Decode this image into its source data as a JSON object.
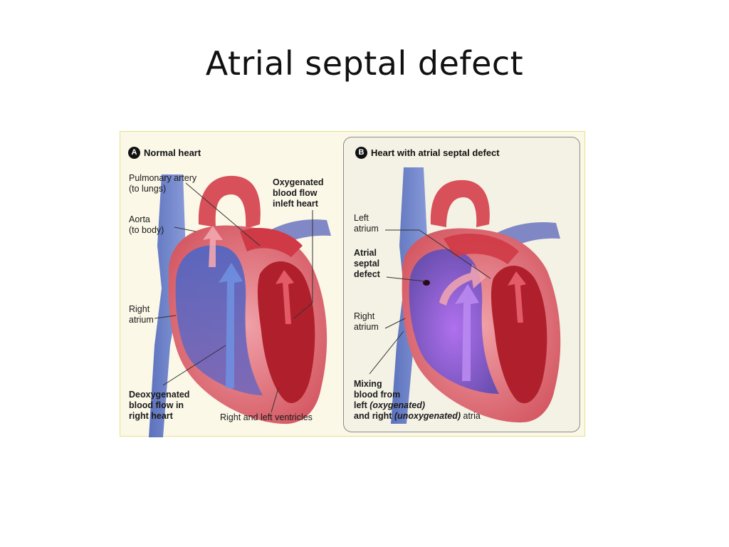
{
  "slide": {
    "title": "Atrial septal defect"
  },
  "panel_a": {
    "badge": "A",
    "title": "Normal heart",
    "labels": {
      "pulmonary_artery": [
        "Pulmonary artery",
        "(to lungs)"
      ],
      "aorta": [
        "Aorta",
        "(to body)"
      ],
      "right_atrium": [
        "Right",
        "atrium"
      ],
      "oxygenated": [
        "Oxygenated",
        "blood flow",
        "inleft heart"
      ],
      "deoxygenated": [
        "Deoxygenated",
        "blood flow in",
        "right heart"
      ],
      "ventricles": "Right and left ventricles"
    }
  },
  "panel_b": {
    "badge": "B",
    "title": "Heart with atrial septal defect",
    "labels": {
      "left_atrium": [
        "Left",
        "atrium"
      ],
      "asd": [
        "Atrial",
        "septal",
        "defect"
      ],
      "right_atrium": [
        "Right",
        "atrium"
      ],
      "mixing_1": "Mixing",
      "mixing_2": "blood from",
      "mixing_3a": "left ",
      "mixing_3b": "(oxygenated)",
      "mixing_4a": "and right ",
      "mixing_4b": "(unoxygenated)",
      "mixing_4c": " atria"
    }
  },
  "colors": {
    "oxygenated_red": "#c8323c",
    "deoxygenated_blue": "#3b4fa8",
    "mixed_purple": "#8a4fc8",
    "figure_background": "#fbf8e8",
    "figure_border": "#e7e08a"
  }
}
